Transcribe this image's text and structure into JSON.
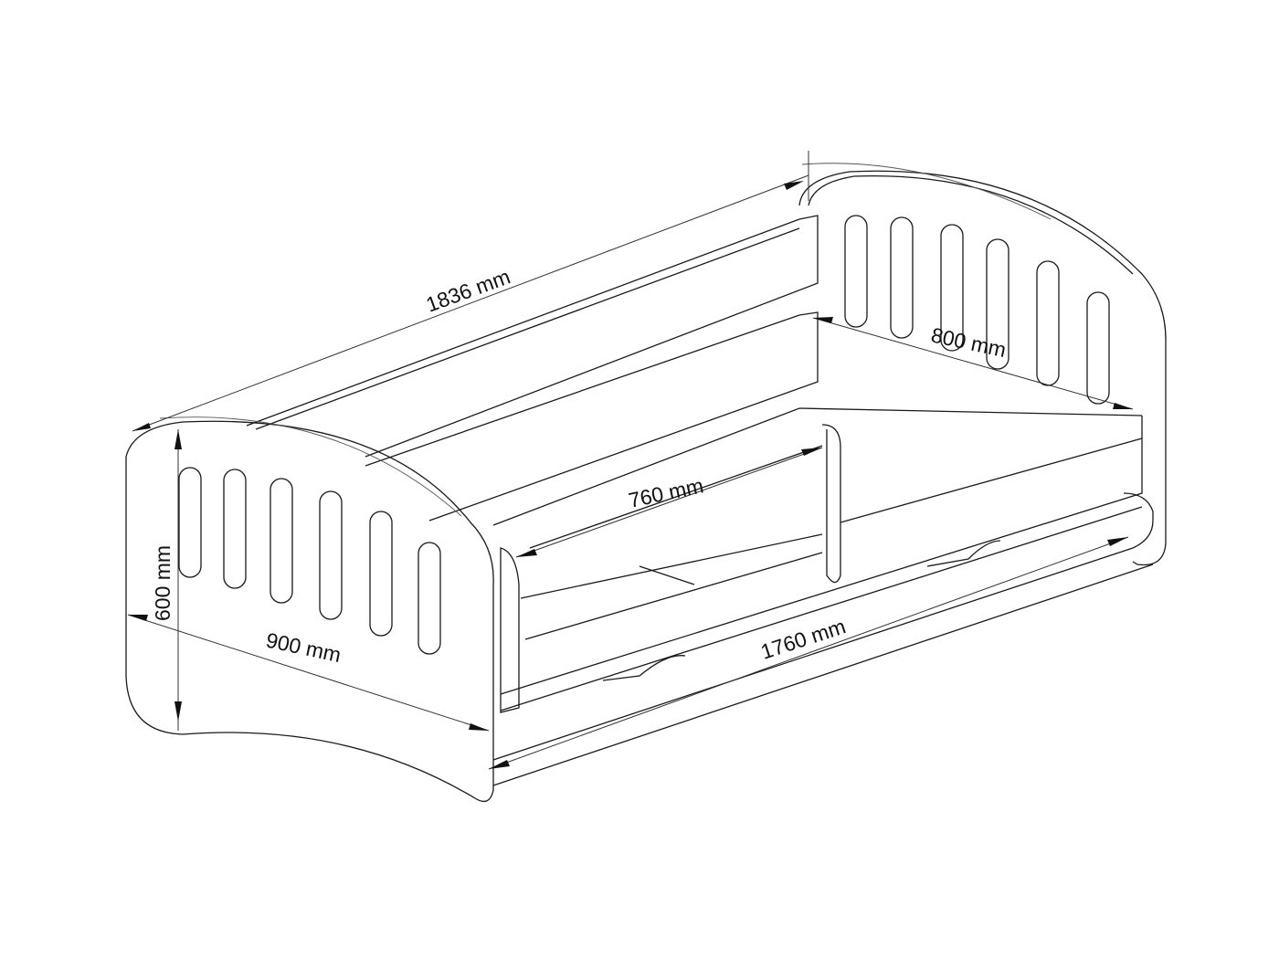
{
  "title": "Bed dimensions drawing",
  "dimensions": {
    "total_length": "1836 mm",
    "inner_width": "800 mm",
    "guard_rail": "760 mm",
    "height": "600 mm",
    "total_width": "900 mm",
    "inner_length": "1760 mm"
  },
  "colors": {
    "line": "#1a1a1a",
    "background": "#ffffff"
  }
}
